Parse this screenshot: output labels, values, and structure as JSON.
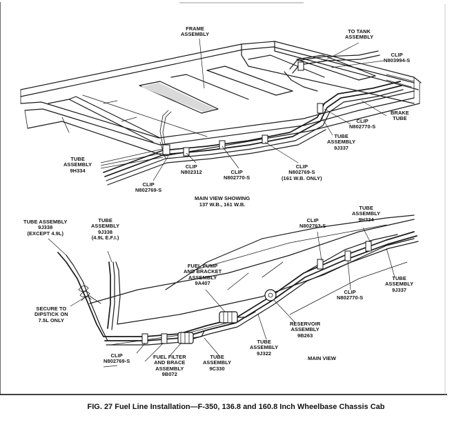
{
  "caption": "FIG. 27 Fuel Line Installation—F-350, 136.8 and 160.8 Inch Wheelbase Chassis Cab",
  "top_view": {
    "title": "MAIN VIEW SHOWING\n137 W.B., 161 W.B.",
    "labels": {
      "frame_assembly": "FRAME\nASSEMBLY",
      "to_tank_assembly": "TO TANK\nASSEMBLY",
      "clip_n803994": "CLIP\nN803994-S",
      "brake_tube": "BRAKE\nTUBE",
      "clip_n802770_right": "CLIP\nN802770-S",
      "tube_assembly_9j337": "TUBE\nASSEMBLY\n9J337",
      "tube_assembly_9h334": "TUBE\nASSEMBLY\n9H334",
      "clip_n802769": "CLIP\nN802769-S",
      "clip_n802312": "CLIP\nN802312",
      "clip_n802770_mid": "CLIP\nN802770-S",
      "clip_n802769_161": "CLIP\nN802769-S\n(161 W.B. ONLY)"
    }
  },
  "bottom_view": {
    "title": "MAIN VIEW",
    "labels": {
      "tube_assembly_9j338_except": "TUBE ASSEMBLY\n9J338\n(EXCEPT 4.9L)",
      "tube_assembly_9j338_49": "TUBE\nASSEMBLY\n9J338\n(4.9L E.F.I.)",
      "secure_to_dipstick": "SECURE TO\nDIPSTICK ON\n7.5L ONLY",
      "clip_n802769_bottom": "CLIP\nN802769-S",
      "fuel_filter": "FUEL FILTER\nAND BRACE\nASSEMBLY\n9B072",
      "tube_assembly_9c330": "TUBE\nASSEMBLY\n9C330",
      "fuel_pump": "FUEL PUMP\nAND BRACKET\nASSEMBLY\n9A407",
      "tube_assembly_9j322": "TUBE\nASSEMBLY\n9J322",
      "reservoir_assembly": "RESERVOIR\nASSEMBLY\n9B263",
      "clip_n802763": "CLIP\nN802763-S",
      "tube_assembly_9h334_b": "TUBE\nASSEMBLY\n9H334",
      "clip_n802770_bottom": "CLIP\nN802770-S",
      "tube_assembly_9j337_b": "TUBE\nASSEMBLY\n9J337"
    }
  }
}
